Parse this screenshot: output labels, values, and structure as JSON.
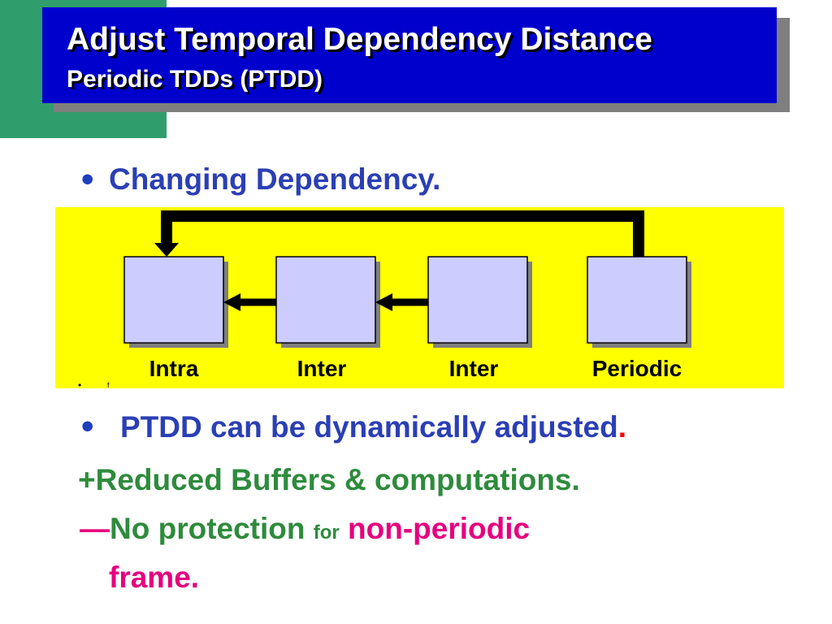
{
  "slide": {
    "title": "Adjust Temporal Dependency Distance",
    "subtitle": "Periodic TDDs (PTDD)"
  },
  "bullets": {
    "changing": "Changing Dependency.",
    "ptdd_text": "PTDD can be dynamically adjusted",
    "ptdd_period": ".",
    "plus_sign": "+",
    "plus_text": "Reduced Buffers & computations.",
    "minus_sign": "—",
    "minus_text": "No protection",
    "minus_for": "for",
    "minus_nonperiodic": "non-periodic",
    "minus_frame": "frame.",
    "tiny_f": "f"
  },
  "diagram": {
    "frames": [
      {
        "label": "Intra"
      },
      {
        "label": "Inter"
      },
      {
        "label": "Inter"
      },
      {
        "label": "Periodic"
      }
    ]
  },
  "colors": {
    "title_bg": "#0000cc",
    "accent_green_block": "#2f9e6c",
    "panel_yellow": "#ffff00",
    "frame_fill": "#ccccff",
    "text_blue": "#2b3fb5",
    "text_green": "#2e8b3c",
    "text_magenta": "#e6007e"
  }
}
